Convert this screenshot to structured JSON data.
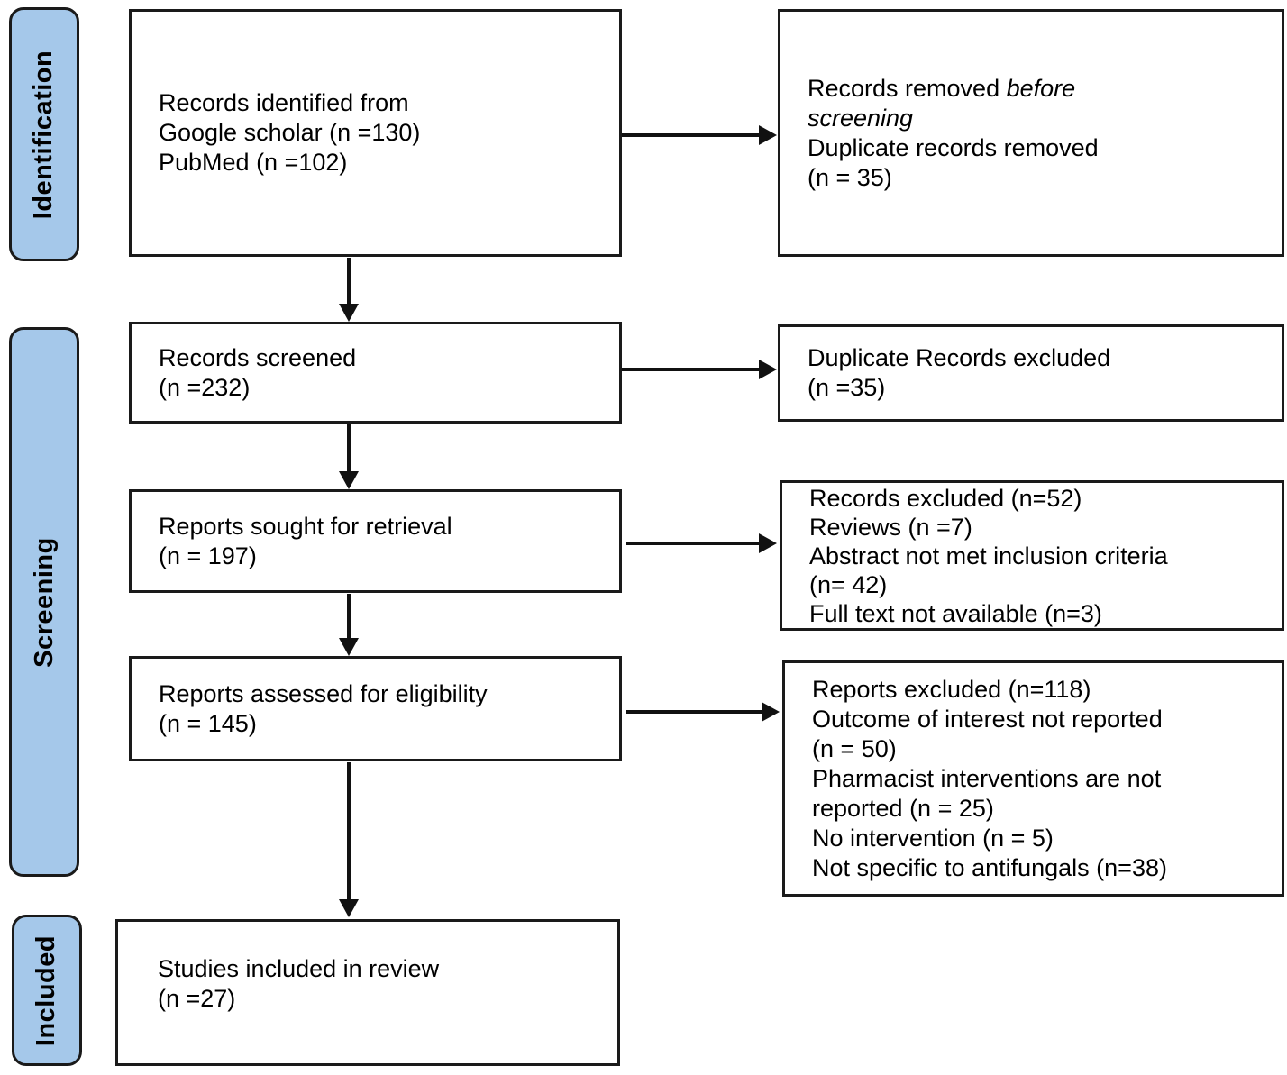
{
  "colors": {
    "sidebar_fill": "#A5C8EA",
    "box_background": "#FFFFFF",
    "box_border": "#1A1A1A",
    "arrow": "#111111",
    "text": "#000000"
  },
  "sidebar": {
    "identification": "Identification",
    "screening": "Screening",
    "included": "Included"
  },
  "boxes": {
    "records_identified": {
      "lines": [
        "Records identified from",
        "Google scholar (n =130)",
        "PubMed (n =102)"
      ]
    },
    "records_removed": {
      "line1_normal": "Records removed ",
      "line1_italic": "before",
      "line2_italic": "screening",
      "line3": "Duplicate records removed",
      "line4": "(n = 35)"
    },
    "records_screened": {
      "lines": [
        "Records screened",
        "(n =232)"
      ]
    },
    "duplicates_excluded": {
      "lines": [
        "Duplicate Records excluded",
        "(n =35)"
      ]
    },
    "reports_sought": {
      "lines": [
        "Reports sought for retrieval",
        "(n = 197)"
      ]
    },
    "records_excluded": {
      "lines": [
        "Records excluded (n=52)",
        "Reviews (n =7)",
        "Abstract not met inclusion criteria",
        "(n= 42)",
        "Full text not available (n=3)"
      ]
    },
    "reports_assessed": {
      "lines": [
        "Reports assessed for eligibility",
        "(n = 145)"
      ]
    },
    "reports_excluded": {
      "lines": [
        "Reports excluded (n=118)",
        "Outcome of interest not reported",
        "(n = 50)",
        "Pharmacist interventions are not",
        "reported (n = 25)",
        "No intervention (n = 5)",
        "Not specific to antifungals (n=38)"
      ]
    },
    "studies_included": {
      "lines": [
        "Studies included in review",
        "(n =27)"
      ]
    }
  }
}
